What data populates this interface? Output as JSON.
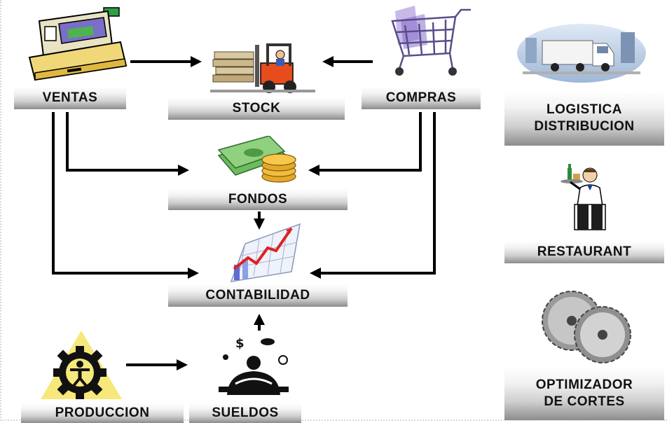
{
  "nodes": {
    "ventas": "VENTAS",
    "stock": "STOCK",
    "compras": "COMPRAS",
    "fondos": "FONDOS",
    "contabilidad": "CONTABILIDAD",
    "produccion": "PRODUCCION",
    "sueldos": "SUELDOS"
  },
  "side_modules": {
    "logistica_line1": "LOGISTICA",
    "logistica_line2": "DISTRIBUCION",
    "restaurant": "RESTAURANT",
    "optimizador_line1": "OPTIMIZADOR",
    "optimizador_line2": "DE CORTES"
  },
  "icons": {
    "ventas": "cash-register-icon",
    "stock": "forklift-icon",
    "compras": "shopping-cart-icon",
    "fondos": "money-coins-icon",
    "contabilidad": "growth-chart-icon",
    "produccion": "gear-icon",
    "sueldos": "worker-icon",
    "logistica": "truck-icon",
    "restaurant": "waiter-icon",
    "optimizador": "saw-blade-icon"
  },
  "edges": [
    {
      "from": "VENTAS",
      "to": "STOCK"
    },
    {
      "from": "COMPRAS",
      "to": "STOCK"
    },
    {
      "from": "VENTAS",
      "to": "FONDOS"
    },
    {
      "from": "COMPRAS",
      "to": "FONDOS"
    },
    {
      "from": "FONDOS",
      "to": "CONTABILIDAD"
    },
    {
      "from": "VENTAS",
      "to": "CONTABILIDAD"
    },
    {
      "from": "COMPRAS",
      "to": "CONTABILIDAD"
    },
    {
      "from": "SUELDOS",
      "to": "CONTABILIDAD"
    },
    {
      "from": "PRODUCCION",
      "to": "SUELDOS"
    }
  ]
}
